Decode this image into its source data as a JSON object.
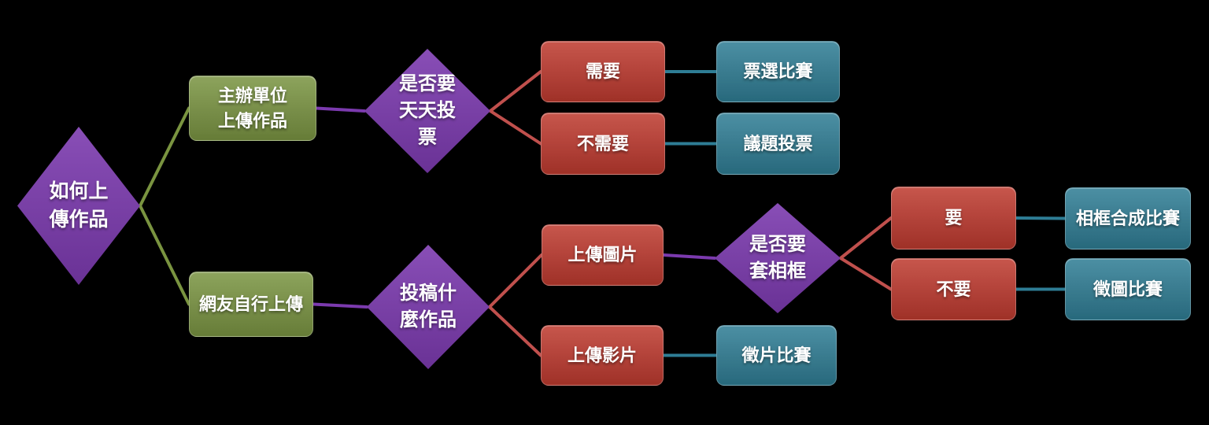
{
  "colors": {
    "background": "#000000",
    "node_purple": "#7B3AAE",
    "node_green": "#7A9442",
    "node_red": "#BE3A2F",
    "node_teal": "#2F7D94",
    "connector_green": "#7A9440",
    "connector_purple": "#7B3AAE",
    "connector_red": "#C0504D",
    "connector_teal": "#2E7D95",
    "text": "#FFFFFF"
  },
  "nodes": {
    "root": {
      "label": "如何上\n傳作品",
      "type": "decision"
    },
    "organizer_upload": {
      "label": "主辦單位\n上傳作品",
      "type": "process"
    },
    "user_upload": {
      "label": "網友自行上傳",
      "type": "process"
    },
    "daily_vote": {
      "label": "是否要\n天天投\n票",
      "type": "decision"
    },
    "need": {
      "label": "需要",
      "type": "option"
    },
    "no_need": {
      "label": "不需要",
      "type": "option"
    },
    "vote_contest": {
      "label": "票選比賽",
      "type": "result"
    },
    "topic_vote": {
      "label": "議題投票",
      "type": "result"
    },
    "work_type": {
      "label": "投稿什\n麼作品",
      "type": "decision"
    },
    "upload_image": {
      "label": "上傳圖片",
      "type": "option"
    },
    "upload_video": {
      "label": "上傳影片",
      "type": "option"
    },
    "photo_frame": {
      "label": "是否要\n套相框",
      "type": "decision"
    },
    "yes": {
      "label": "要",
      "type": "option"
    },
    "no": {
      "label": "不要",
      "type": "option"
    },
    "frame_contest": {
      "label": "相框合成比賽",
      "type": "result"
    },
    "image_contest": {
      "label": "徵圖比賽",
      "type": "result"
    },
    "video_contest": {
      "label": "徵片比賽",
      "type": "result"
    }
  },
  "edges": [
    {
      "from": "root",
      "to": "organizer_upload",
      "color": "green"
    },
    {
      "from": "root",
      "to": "user_upload",
      "color": "green"
    },
    {
      "from": "organizer_upload",
      "to": "daily_vote",
      "color": "purple"
    },
    {
      "from": "user_upload",
      "to": "work_type",
      "color": "purple"
    },
    {
      "from": "daily_vote",
      "to": "need",
      "color": "red"
    },
    {
      "from": "daily_vote",
      "to": "no_need",
      "color": "red"
    },
    {
      "from": "need",
      "to": "vote_contest",
      "color": "teal"
    },
    {
      "from": "no_need",
      "to": "topic_vote",
      "color": "teal"
    },
    {
      "from": "work_type",
      "to": "upload_image",
      "color": "red"
    },
    {
      "from": "work_type",
      "to": "upload_video",
      "color": "red"
    },
    {
      "from": "upload_image",
      "to": "photo_frame",
      "color": "purple"
    },
    {
      "from": "photo_frame",
      "to": "yes",
      "color": "red"
    },
    {
      "from": "photo_frame",
      "to": "no",
      "color": "red"
    },
    {
      "from": "yes",
      "to": "frame_contest",
      "color": "teal"
    },
    {
      "from": "no",
      "to": "image_contest",
      "color": "teal"
    },
    {
      "from": "upload_video",
      "to": "video_contest",
      "color": "teal"
    }
  ]
}
